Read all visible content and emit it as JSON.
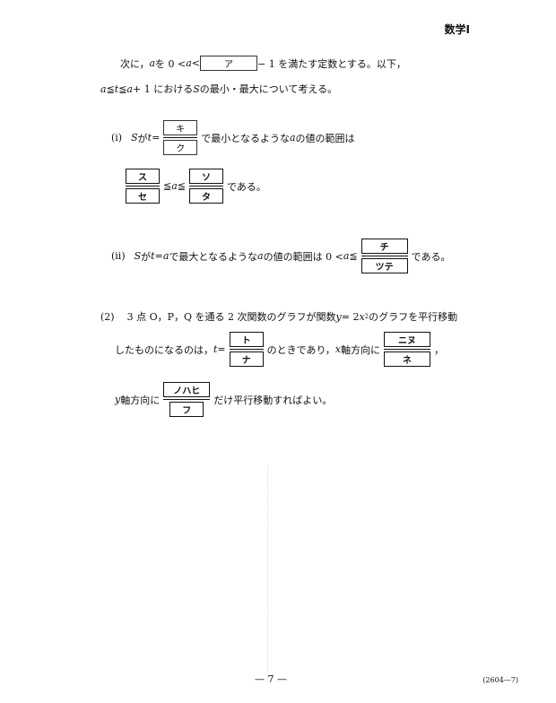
{
  "header": {
    "subject": "数学Ⅰ"
  },
  "intro": {
    "l1_a": "次に，",
    "l1_b": "a",
    "l1_c": " を 0 < ",
    "l1_d": "a",
    "l1_e": " < ",
    "box_a": "ア",
    "l1_f": " − 1 を満たす定数とする。以下，",
    "l2_a": "a",
    "l2_b": " ≦ ",
    "l2_c": "t",
    "l2_d": " ≦ ",
    "l2_e": "a",
    "l2_f": " + 1 における ",
    "l2_g": "S",
    "l2_h": " の最小・最大について考える。"
  },
  "part_i": {
    "label": "(i)",
    "s": "S",
    "ga": " が ",
    "t": "t",
    "eq": " = ",
    "box_ki": "キ",
    "box_ku": "ク",
    "rest_a": " で最小となるような ",
    "rest_b": "a",
    "rest_c": " の値の範囲は",
    "box_su": "ス",
    "box_se": "セ",
    "ineq_a": " ≦ ",
    "ineq_b": "a",
    "ineq_c": " ≦ ",
    "box_so": "ソ",
    "box_ta": "タ",
    "end": " である。"
  },
  "part_ii": {
    "label": "(ii)",
    "s": "S",
    "ga": " が ",
    "t": "t",
    "eq": " = ",
    "a1": "a",
    "rest_a": " で最大となるような ",
    "a2": "a",
    "rest_b": " の値の範囲は 0 < ",
    "a3": "a",
    "le": " ≦ ",
    "box_chi": "チ",
    "box_tsute": "ツテ",
    "end": " である。"
  },
  "part_2": {
    "label": "(2)",
    "l1_a": "3 点 O，P，Q を通る 2 次関数のグラフが関数 ",
    "l1_y": "y",
    "l1_eq": " = 2",
    "l1_x": "x",
    "l1_sup": "2",
    "l1_b": " のグラフを平行移動",
    "l2_a": "したものになるのは，",
    "l2_t": "t",
    "l2_eq": " = ",
    "box_to": "ト",
    "box_na": "ナ",
    "l2_b": " のときであり，",
    "l2_x": "x",
    "l2_c": " 軸方向に",
    "box_ninu": "ニヌ",
    "box_ne": "ネ",
    "l2_comma": "，",
    "l3_y": "y",
    "l3_a": " 軸方向に",
    "box_nohahi": "ノハヒ",
    "box_fu": "フ",
    "l3_b": " だけ平行移動すればよい。"
  },
  "footer": {
    "page": "— 7 —",
    "code": "(2604—7)"
  }
}
